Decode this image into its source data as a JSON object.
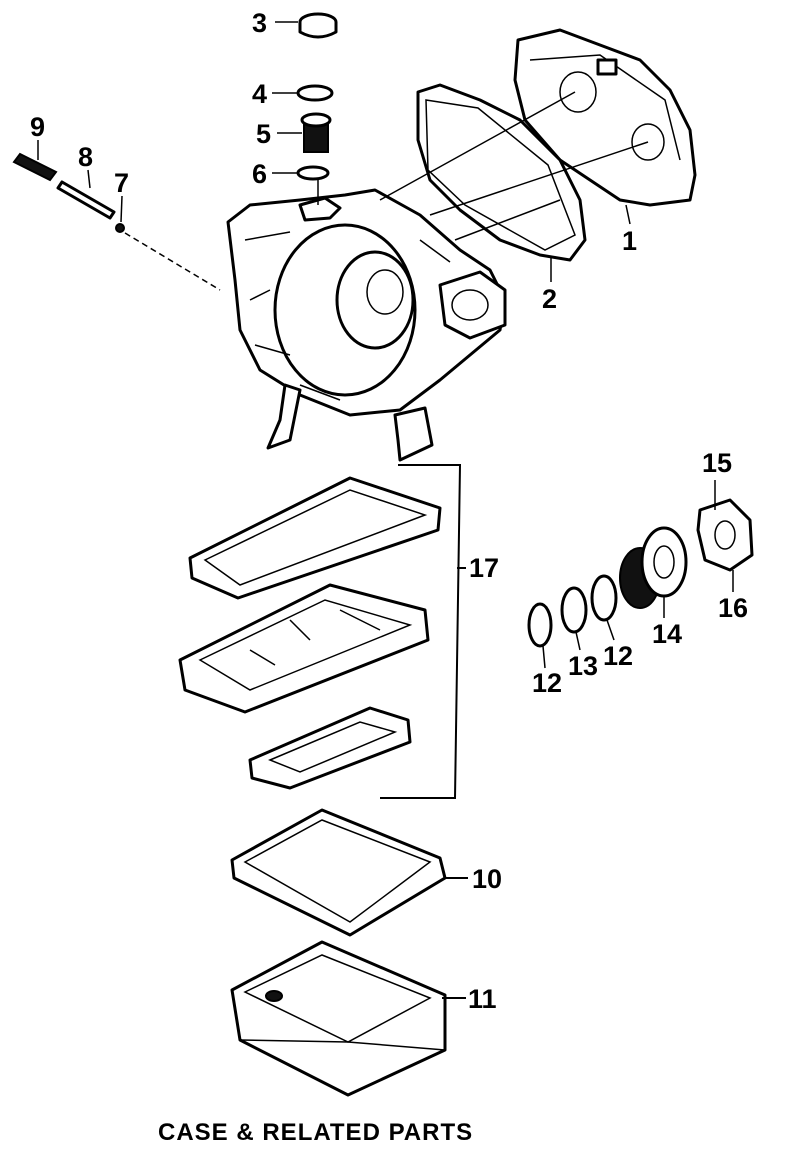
{
  "caption": "CASE & RELATED PARTS",
  "callouts": {
    "c1": "1",
    "c2": "2",
    "c3": "3",
    "c4": "4",
    "c5": "5",
    "c6": "6",
    "c7": "7",
    "c8": "8",
    "c9": "9",
    "c10": "10",
    "c11": "11",
    "c12a": "12",
    "c12b": "12",
    "c13": "13",
    "c14": "14",
    "c15": "15",
    "c16": "16",
    "c17": "17"
  }
}
